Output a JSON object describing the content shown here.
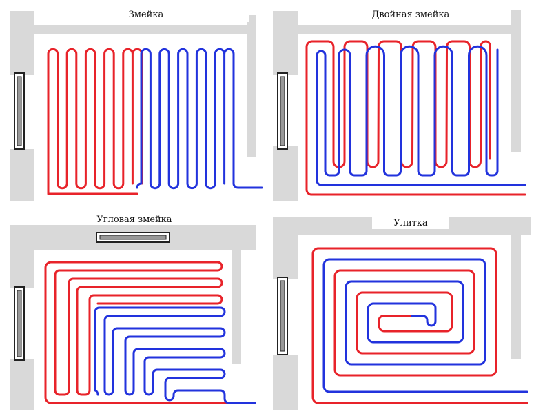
{
  "colors": {
    "supply": "#e8232a",
    "return": "#2233dd",
    "wall": "#d9d9d9"
  },
  "panels": [
    {
      "id": "snake",
      "title": "Змейка"
    },
    {
      "id": "double-snake",
      "title": "Двойная змейка"
    },
    {
      "id": "corner-snake",
      "title": "Угловая змейка"
    },
    {
      "id": "spiral",
      "title": "Улитка"
    }
  ]
}
